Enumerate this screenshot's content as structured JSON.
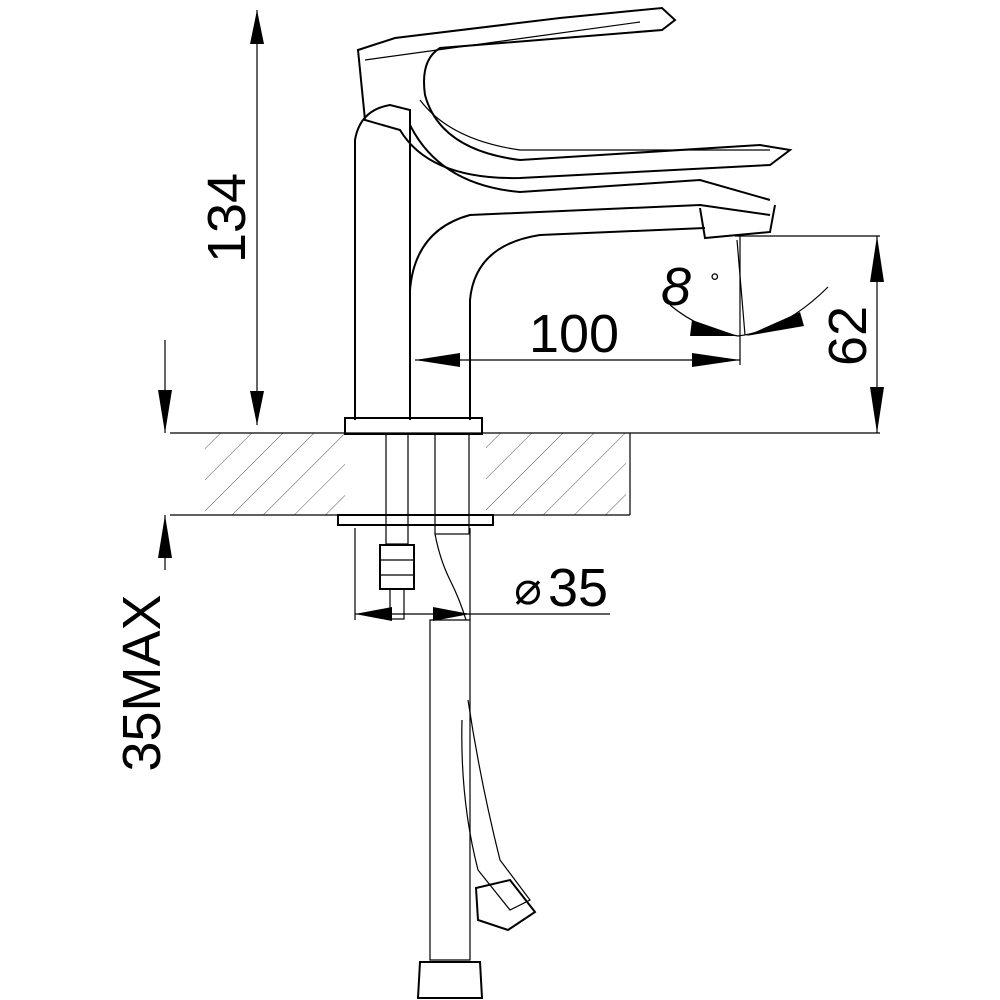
{
  "dimensions": {
    "height": "134",
    "spout_reach": "100",
    "aerator_height": "62",
    "angle": "8",
    "angle_unit": "°",
    "hole_diameter_symbol": "⌀",
    "hole_diameter": "35",
    "countertop_max": "35MAX"
  },
  "colors": {
    "line": "#000000",
    "hatch": "#555555",
    "background": "#ffffff"
  }
}
